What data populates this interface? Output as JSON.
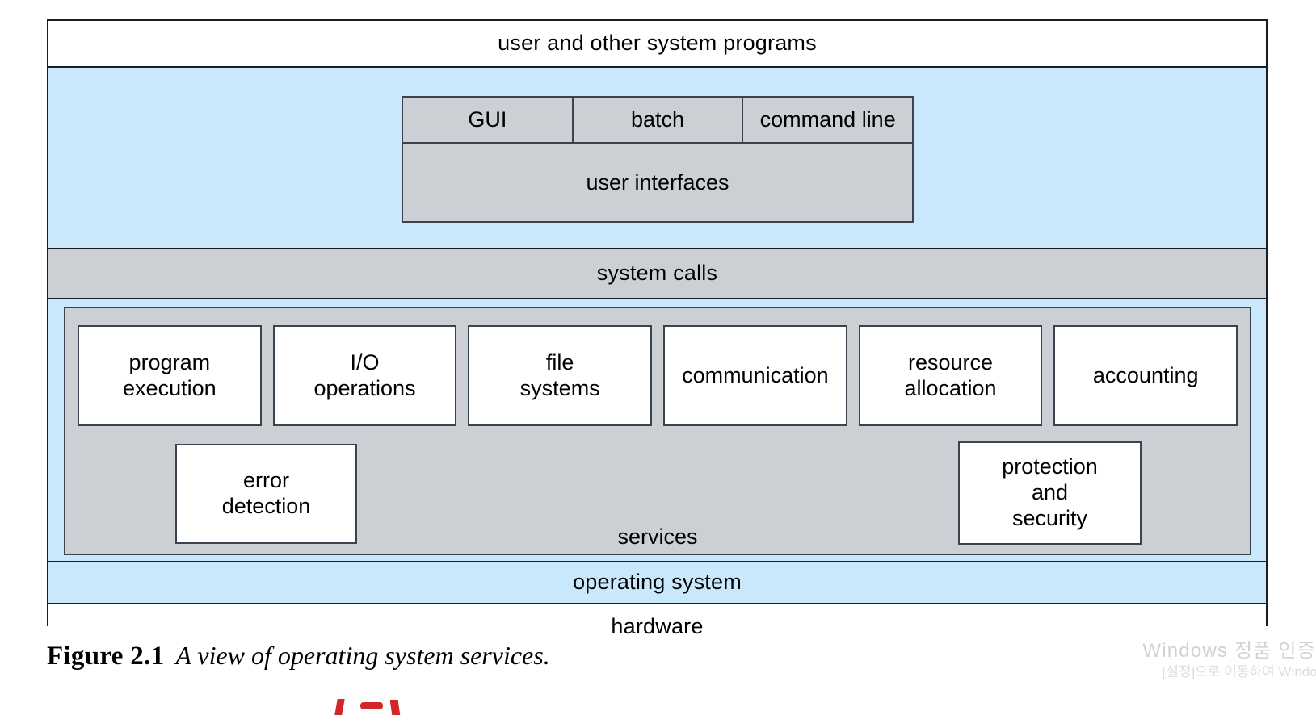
{
  "figure": {
    "bands": {
      "user_programs": "user and other system programs",
      "system_calls": "system calls",
      "operating_system": "operating system",
      "hardware": "hardware"
    },
    "user_interface_block": {
      "modes": [
        {
          "label": "GUI"
        },
        {
          "label": "batch"
        },
        {
          "label": "command line"
        }
      ],
      "group_label": "user interfaces"
    },
    "services_block": {
      "label": "services",
      "top_row": [
        {
          "label": "program\nexecution"
        },
        {
          "label": "I/O\noperations"
        },
        {
          "label": "file\nsystems"
        },
        {
          "label": "communication"
        },
        {
          "label": "resource\nallocation"
        },
        {
          "label": "accounting"
        }
      ],
      "error_detection": "error\ndetection",
      "protection_security": "protection\nand\nsecurity"
    }
  },
  "caption": {
    "label": "Figure 2.1",
    "text": "A view of operating system services."
  },
  "watermark": {
    "title": "Windows 정품 인증",
    "subtitle": "[설정]으로 이동하여 Window"
  },
  "colors": {
    "blue_region": "#c9e8fb",
    "grey_region": "#ccd0d5",
    "white_region": "#ffffff",
    "border_dark": "#1c1c24",
    "border_box": "#3a4450",
    "red_mark": "#d3262a",
    "watermark_text": "#d2d2d2"
  }
}
